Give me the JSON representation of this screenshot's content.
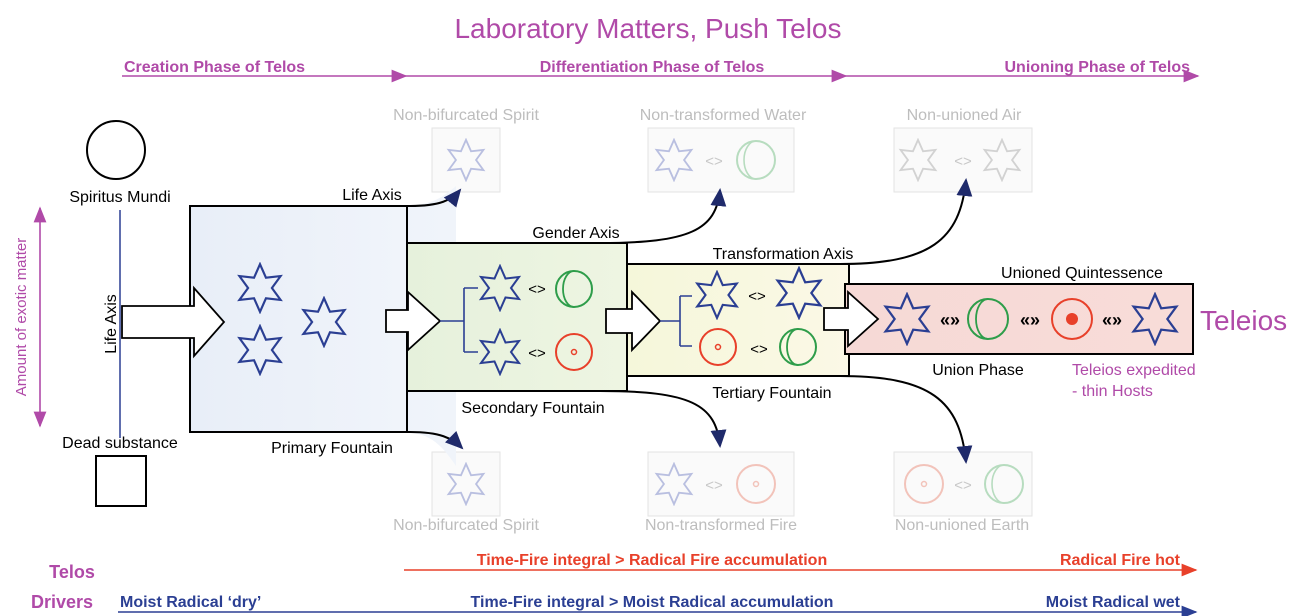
{
  "title": "Laboratory Matters, Push Telos",
  "phases": {
    "creation": "Creation Phase of Telos",
    "differentiation": "Differentiation Phase of Telos",
    "unioning": "Unioning Phase of Telos"
  },
  "faded": {
    "top1": "Non-bifurcated Spirit",
    "top2": "Non-transformed Water",
    "top3": "Non-unioned Air",
    "bot1": "Non-bifurcated Spirit",
    "bot2": "Non-transformed Fire",
    "bot3": "Non-unioned Earth"
  },
  "left": {
    "spiritus": "Spiritus Mundi",
    "dead": "Dead substance",
    "life_axis_vertical": "Life Axis",
    "exotic": "Amount of exotic matter"
  },
  "axes": {
    "life": "Life Axis",
    "gender": "Gender Axis",
    "transformation": "Transformation Axis",
    "unioned": "Unioned Quintessence"
  },
  "fountains": {
    "primary": "Primary Fountain",
    "secondary": "Secondary Fountain",
    "tertiary": "Tertiary Fountain",
    "union_phase": "Union Phase"
  },
  "teleios": {
    "label": "Teleios",
    "expedited_1": "Teleios expedited",
    "expedited_2": "- thin Hosts"
  },
  "symbols": {
    "swap": "<>",
    "swap_double": "«»"
  },
  "drivers": {
    "label_1": "Telos",
    "label_2": "Drivers",
    "fire_mid": "Time-Fire integral > Radical Fire accumulation",
    "fire_end": "Radical Fire hot",
    "moist_start": "Moist Radical ‘dry’",
    "moist_mid": "Time-Fire integral > Moist Radical accumulation",
    "moist_end": "Moist Radical wet"
  },
  "colors": {
    "purple": "#b04aa8",
    "red": "#e8402a",
    "blue": "#2b3f93",
    "green": "#2e9d4a",
    "faded": "#bdbdbd"
  }
}
